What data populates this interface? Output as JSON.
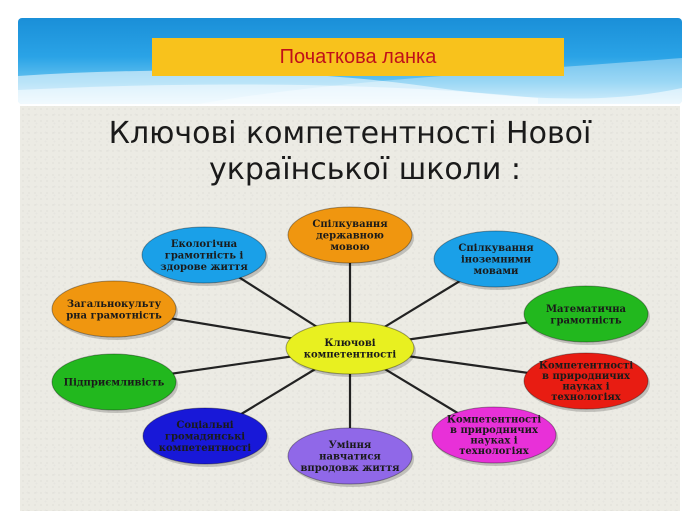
{
  "header": {
    "section_label": "Початкова ланка"
  },
  "slide": {
    "title_line1": "Ключові компетентності Нової",
    "title_line2": "української школи :"
  },
  "diagram": {
    "center": {
      "label": "Ключові\nкомпетентності",
      "color": "#e8f020",
      "text_color": "#1a1a1a"
    },
    "nodes": [
      {
        "id": "state-language",
        "label": "Спілкування\nдержавною\nмовою",
        "color": "#f0960f",
        "text_color": "#1a1a1a"
      },
      {
        "id": "foreign-languages",
        "label": "Спілкування\nіноземними\nмовами",
        "color": "#1aa0e8",
        "text_color": "#1a1a1a"
      },
      {
        "id": "math",
        "label": "Математична\nграмотність",
        "color": "#22b81e",
        "text_color": "#1a1a1a"
      },
      {
        "id": "natural-sciences-1",
        "label": "Компетентності\nв природничих\nнауках і\nтехнологіях",
        "color": "#e81c12",
        "text_color": "#1a1a1a"
      },
      {
        "id": "natural-sciences-2",
        "label": "Компетентності\nв природничих\nнауках і\nтехнологіях",
        "color": "#e830d8",
        "text_color": "#1a1a1a"
      },
      {
        "id": "lifelong-learning",
        "label": "Уміння\nнавчатися\nвпродовж життя",
        "color": "#9068e8",
        "text_color": "#1a1a1a"
      },
      {
        "id": "civic",
        "label": "Соціальні\nгромадянські\nкомпетентності",
        "color": "#1818d8",
        "text_color": "#1a1a1a"
      },
      {
        "id": "entrepreneurship",
        "label": "Підприємливість",
        "color": "#22b81e",
        "text_color": "#1a1a1a"
      },
      {
        "id": "cultural-literacy",
        "label": "Загальнокульту\nрна грамотність",
        "color": "#f0960f",
        "text_color": "#1a1a1a"
      },
      {
        "id": "ecological",
        "label": "Екологічна\nграмотність і\nздорове життя",
        "color": "#1aa0e8",
        "text_color": "#1a1a1a"
      }
    ]
  }
}
